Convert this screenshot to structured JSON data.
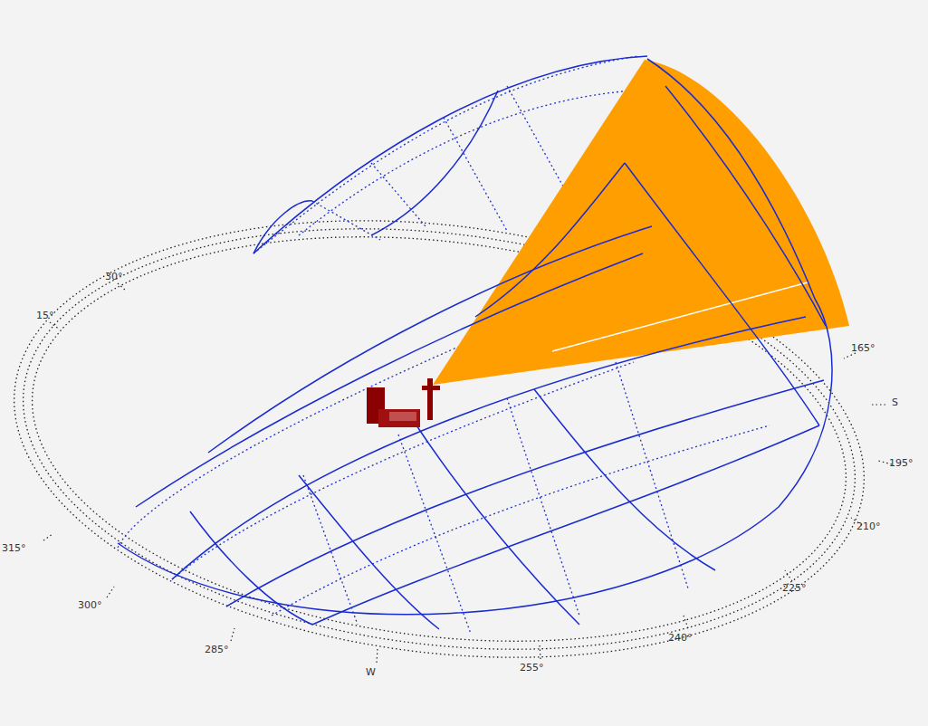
{
  "diagram": {
    "labels": [
      "30°",
      "15°",
      "315°",
      "300°",
      "285°",
      "W",
      "255°",
      "240°",
      "225°",
      "210°",
      "195°",
      "S",
      "165°"
    ]
  }
}
